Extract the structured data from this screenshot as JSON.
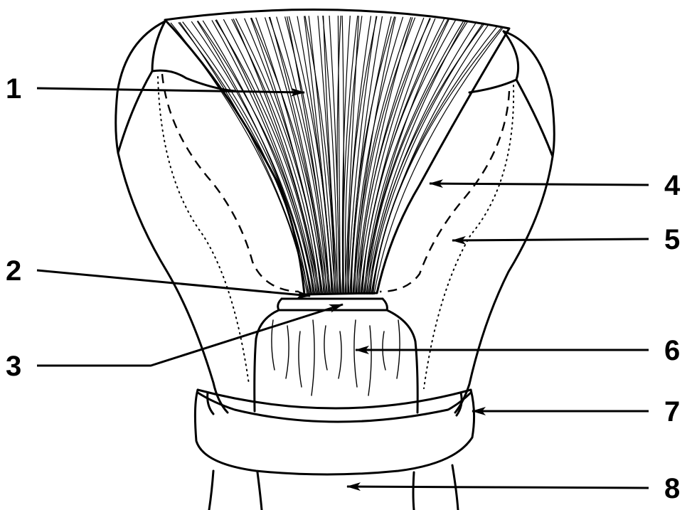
{
  "colors": {
    "ink": "#000000",
    "background": "#ffffff"
  },
  "labels": [
    {
      "id": "1",
      "text": "1"
    },
    {
      "id": "2",
      "text": "2"
    },
    {
      "id": "3",
      "text": "3"
    },
    {
      "id": "4",
      "text": "4"
    },
    {
      "id": "5",
      "text": "5"
    },
    {
      "id": "6",
      "text": "6"
    },
    {
      "id": "7",
      "text": "7"
    },
    {
      "id": "8",
      "text": "8"
    }
  ]
}
